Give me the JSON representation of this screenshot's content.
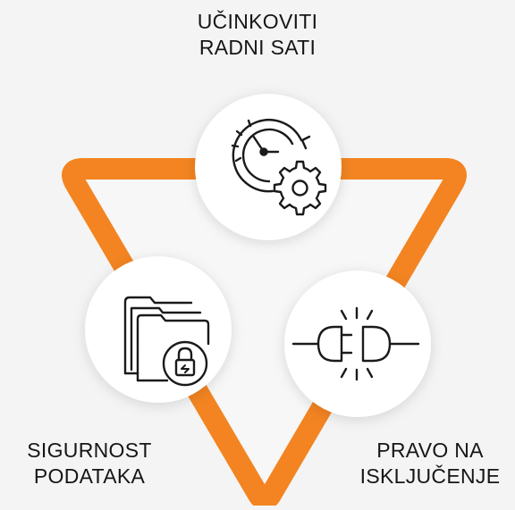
{
  "colors": {
    "background": "#f4f4f4",
    "triangle_outline": "#f38421",
    "triangle_fill": "#f7f7f7",
    "circle_fill": "#ffffff",
    "icon_stroke": "#1a1a1a",
    "text": "#161616"
  },
  "nodes": {
    "top": {
      "line1": "UČINKOVITI",
      "line2": "RADNI SATI",
      "icon": "clock-gear-icon"
    },
    "left": {
      "line1": "SIGURNOST",
      "line2": "PODATAKA",
      "icon": "folder-lock-icon"
    },
    "right": {
      "line1": "PRAVO NA",
      "line2": "ISKLJUČENJE",
      "icon": "unplug-icon"
    }
  }
}
